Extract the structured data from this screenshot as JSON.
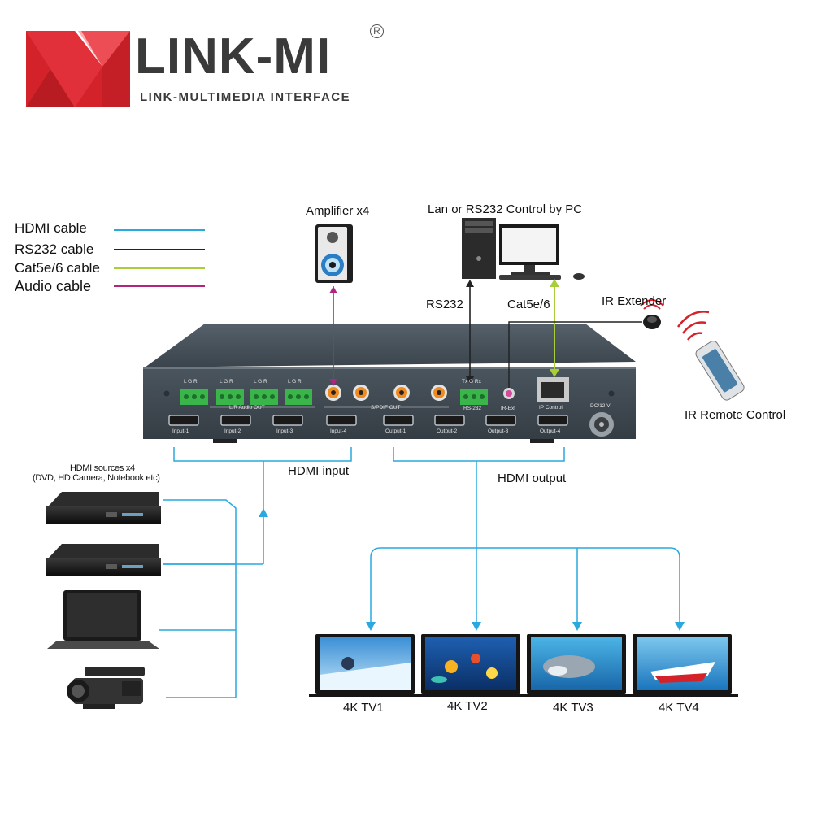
{
  "brand": {
    "name": "LINK-MI",
    "registered": "R",
    "tagline": "LINK-MULTIMEDIA INTERFACE"
  },
  "legend": [
    {
      "label": "HDMI cable",
      "color": "#29a9dd"
    },
    {
      "label": "RS232 cable",
      "color": "#222222"
    },
    {
      "label": "Cat5e/6 cable",
      "color": "#a8cf3a"
    },
    {
      "label": "Audio cable",
      "color": "#b0257f"
    }
  ],
  "labels": {
    "amplifier": "Amplifier x4",
    "pc": "Lan or RS232 Control by PC",
    "rs232": "RS232",
    "cat5": "Cat5e/6",
    "ir_extender": "IR Extender",
    "ir_remote": "IR Remote Control",
    "hdmi_input": "HDMI input",
    "hdmi_output": "HDMI output",
    "sources_line1": "HDMI sources x4",
    "sources_line2": "(DVD, HD Camera, Notebook etc)"
  },
  "panel": {
    "audio_out": "L/R Audio OUT",
    "spdif_out": "S/PDIF OUT",
    "rs232_port": "RS-232",
    "ir_ext": "IR-Ext",
    "ip_control": "IP Control",
    "dc": "DC/12 V",
    "lgr": [
      "L G R",
      "L G R",
      "L G R",
      "L G R"
    ],
    "txgrx": "Tx G Rx",
    "ports": [
      "Input-1",
      "Input-2",
      "Input-3",
      "Input-4",
      "Output-1",
      "Output-2",
      "Output-3",
      "Output-4"
    ]
  },
  "tvs": [
    "4K TV1",
    "4K TV2",
    "4K TV3",
    "4K TV4"
  ]
}
